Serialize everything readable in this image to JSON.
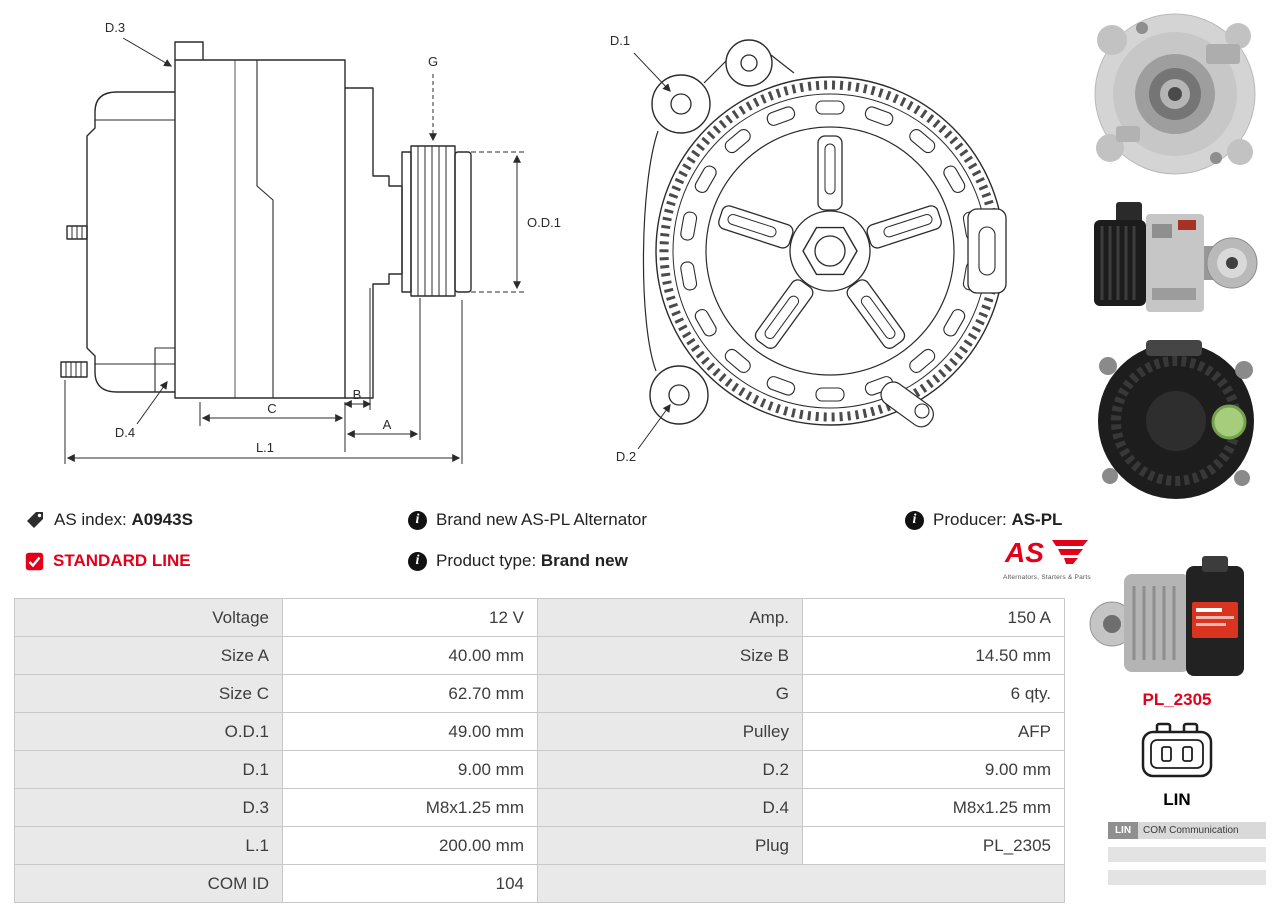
{
  "info": {
    "as_index_label": "AS index:",
    "as_index_value": "A0943S",
    "standard_line_label": "STANDARD LINE",
    "brand_new_text": "Brand new AS-PL Alternator",
    "product_type_label": "Product type:",
    "product_type_value": "Brand new",
    "producer_label": "Producer:",
    "producer_value": "AS-PL",
    "logo_text": "AS",
    "logo_caption": "Alternators, Starters & Parts"
  },
  "icons": {
    "tag": "tag",
    "checkbox_checked": "✓",
    "info": "i"
  },
  "diagram_side": {
    "labels": {
      "d3": "D.3",
      "g": "G",
      "od1": "O.D.1",
      "d4": "D.4",
      "c": "C",
      "b": "B",
      "a": "A",
      "l1": "L.1"
    }
  },
  "diagram_front": {
    "labels": {
      "d1": "D.1",
      "d2": "D.2"
    }
  },
  "right_panel": {
    "plug_code": "PL_2305",
    "connector_label": "LIN",
    "com_header_left": "LIN",
    "com_header_right": "COM Communication",
    "photos": [
      "alternator-front-photo",
      "alternator-side-photo",
      "alternator-rear-photo",
      "alternator-angle-photo"
    ]
  },
  "colors": {
    "accent_red": "#e2001a",
    "table_label_bg": "#e9e9e9",
    "table_border": "#c9c9c9"
  },
  "spec_table": {
    "rows": [
      [
        "Voltage",
        "12 V",
        "Amp.",
        "150 A"
      ],
      [
        "Size A",
        "40.00 mm",
        "Size B",
        "14.50 mm"
      ],
      [
        "Size C",
        "62.70 mm",
        "G",
        "6 qty."
      ],
      [
        "O.D.1",
        "49.00 mm",
        "Pulley",
        "AFP"
      ],
      [
        "D.1",
        "9.00 mm",
        "D.2",
        "9.00 mm"
      ],
      [
        "D.3",
        "M8x1.25 mm",
        "D.4",
        "M8x1.25 mm"
      ],
      [
        "L.1",
        "200.00 mm",
        "Plug",
        "PL_2305"
      ],
      [
        "COM ID",
        "104",
        "",
        ""
      ]
    ]
  }
}
